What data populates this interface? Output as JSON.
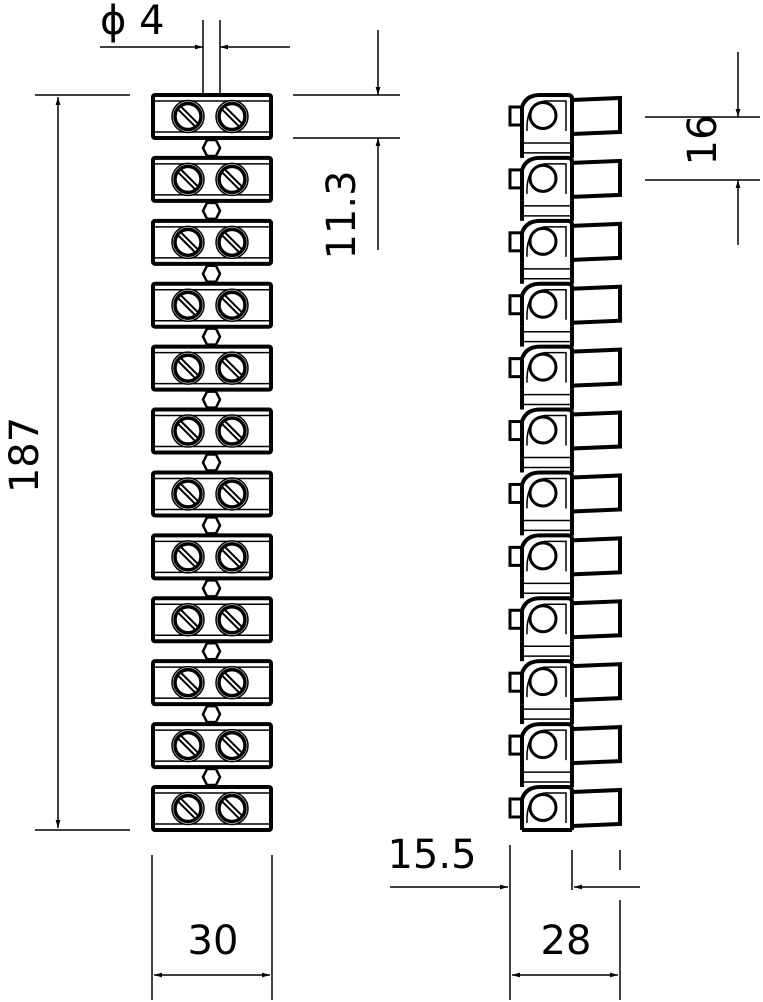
{
  "drawing": {
    "terminal_count": 12,
    "dimensions": {
      "diameter_label": "ϕ 4",
      "overall_length": "187",
      "pitch": "11.3",
      "side_pitch": "16",
      "width": "30",
      "offset": "15.5",
      "depth": "28"
    },
    "colors": {
      "line": "#000000",
      "background": "#ffffff"
    }
  }
}
